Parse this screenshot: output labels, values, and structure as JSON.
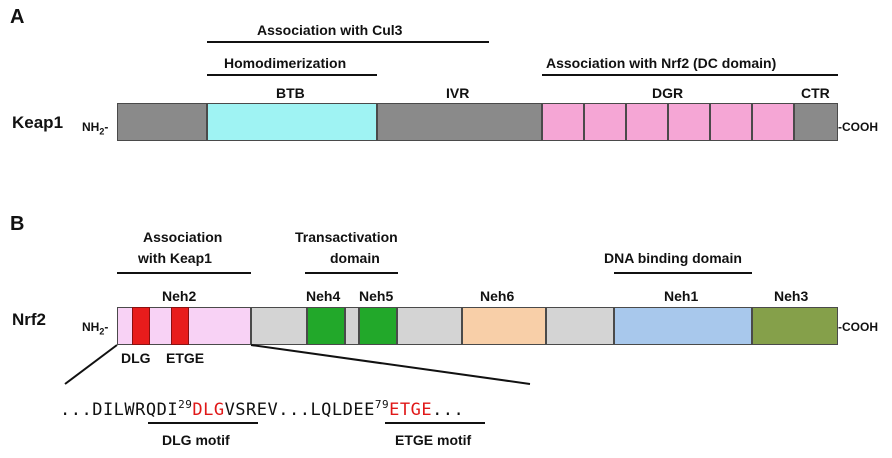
{
  "panel_a": {
    "letter": "A",
    "protein": "Keap1",
    "nterm": "NH",
    "nterm_sub": "2",
    "cterm": "-COOH",
    "association_cul3": "Association with Cul3",
    "homodimerization": "Homodimerization",
    "association_nrf2": "Association with Nrf2 (DC domain)",
    "domains": {
      "btb": "BTB",
      "ivr": "IVR",
      "dgr": "DGR",
      "ctr": "CTR"
    },
    "colors": {
      "gray": "#8a8a8a",
      "btb": "#9ff3f3",
      "dgr": "#f5a6d5"
    }
  },
  "panel_b": {
    "letter": "B",
    "protein": "Nrf2",
    "nterm": "NH",
    "nterm_sub": "2",
    "cterm": "-COOH",
    "association_keap1_line1": "Association",
    "association_keap1_line2": "with Keap1",
    "transactivation_line1": "Transactivation",
    "transactivation_line2": "domain",
    "dna_binding": "DNA binding domain",
    "domains": {
      "neh2": "Neh2",
      "neh4": "Neh4",
      "neh5": "Neh5",
      "neh6": "Neh6",
      "neh1": "Neh1",
      "neh3": "Neh3",
      "dlg": "DLG",
      "etge": "ETGE"
    },
    "sequence": {
      "lead": "...DILWRQDI",
      "num1": "29",
      "red1": "DLG",
      "mid": "VSREV...LQLDEE",
      "num2": "79",
      "red2": "ETGE",
      "tail": "..."
    },
    "dlg_motif": "DLG motif",
    "etge_motif": "ETGE motif",
    "colors": {
      "neh2": "#f8d2f5",
      "motif_red": "#e81c1c",
      "linker": "#d4d4d4",
      "neh4_5": "#22a82a",
      "neh6": "#f8cfa8",
      "neh1": "#a8c8ec",
      "neh3": "#85a04a"
    }
  }
}
